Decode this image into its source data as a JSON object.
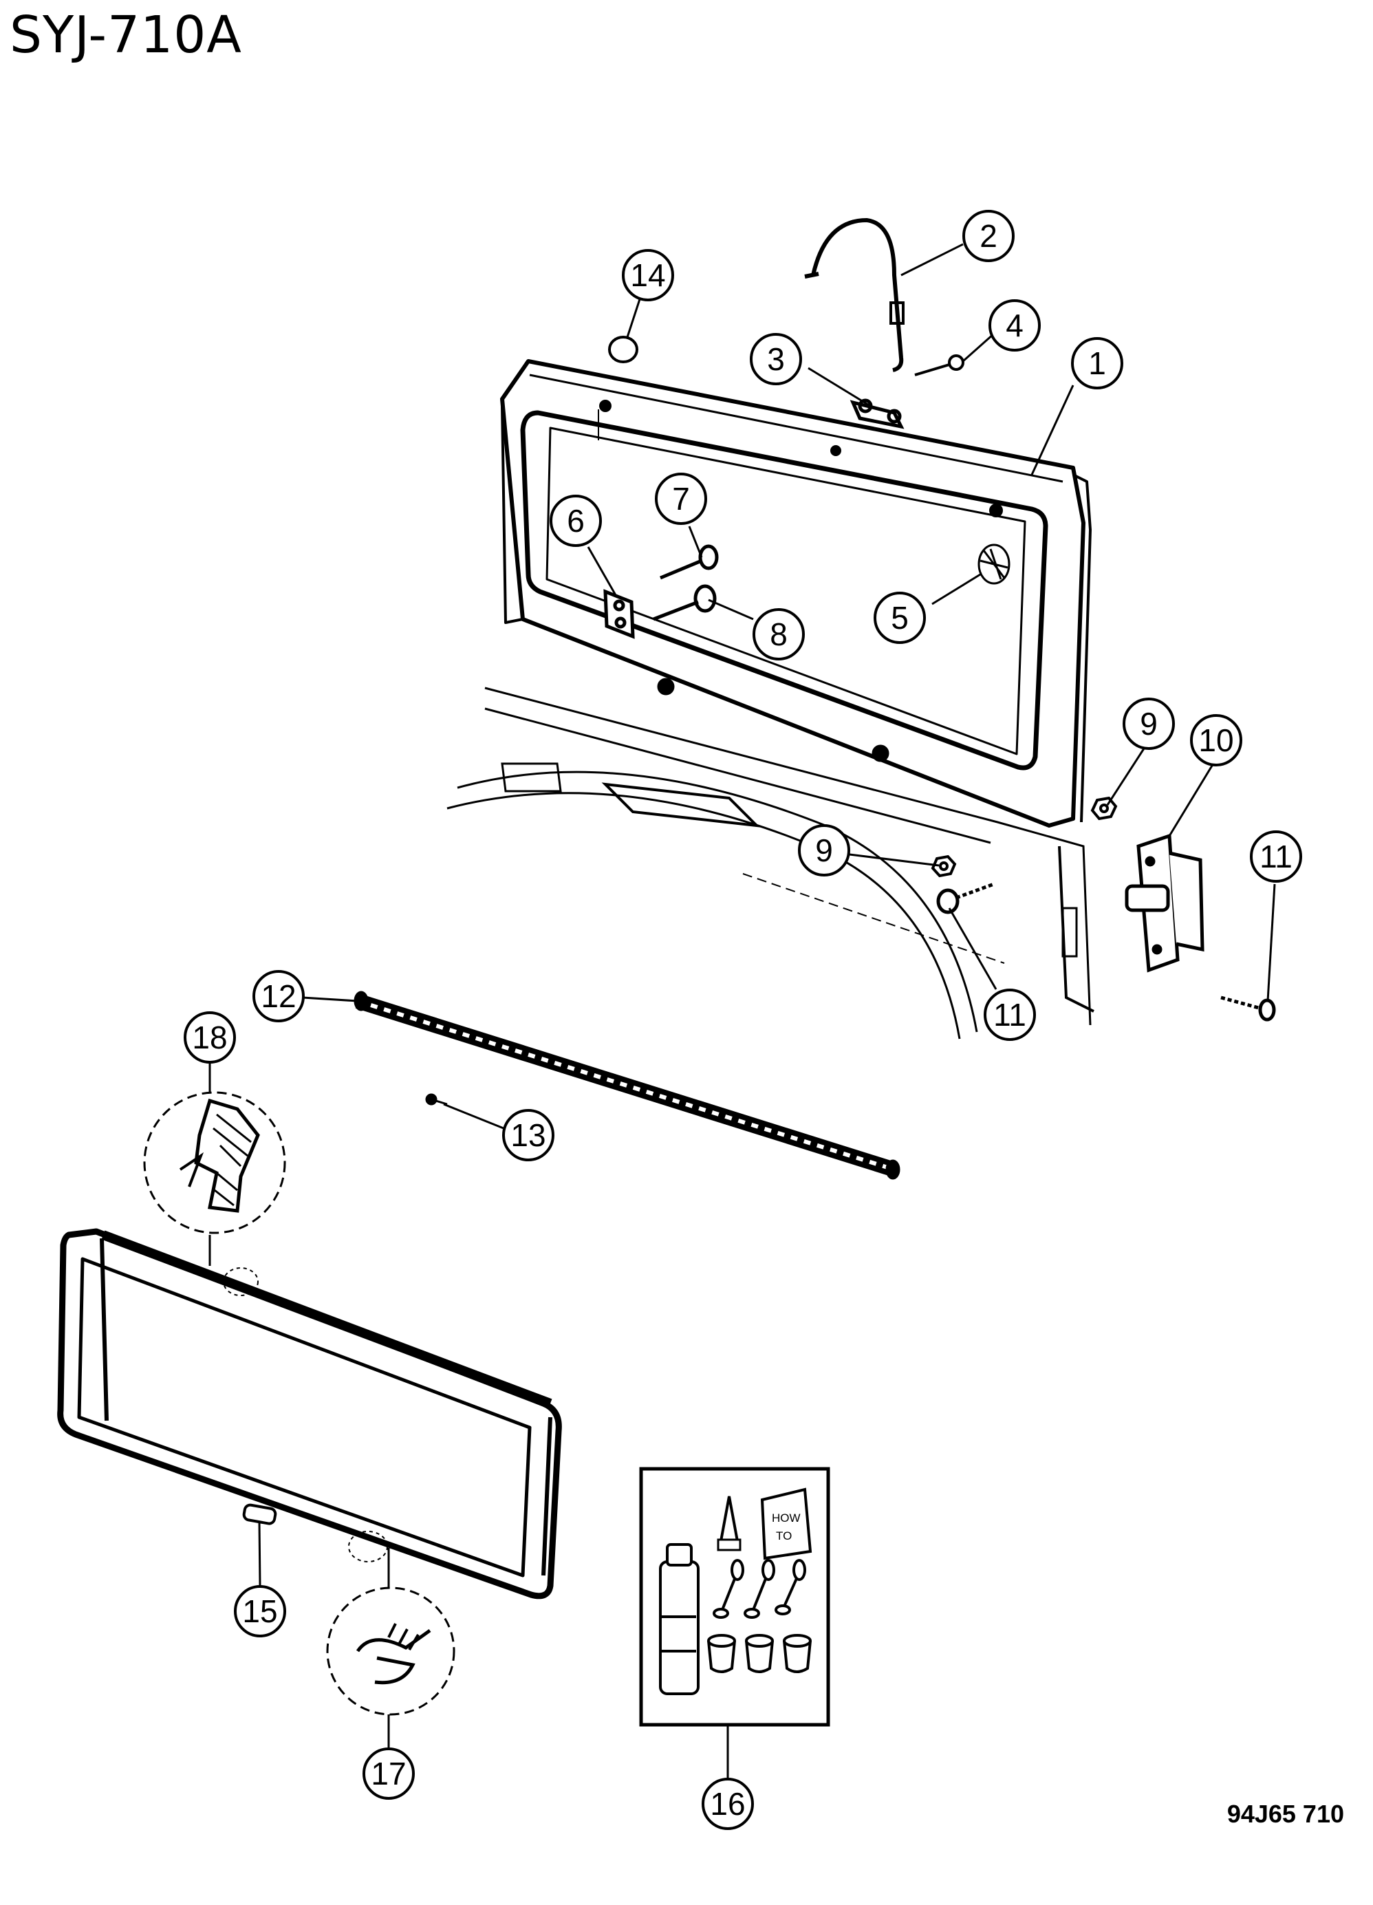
{
  "title": "SYJ-710A",
  "drawing_code": "94J65  710",
  "manual_label": {
    "line1": "HOW",
    "line2": "TO"
  },
  "callouts": [
    {
      "id": "callout-1",
      "label": "1"
    },
    {
      "id": "callout-2",
      "label": "2"
    },
    {
      "id": "callout-3",
      "label": "3"
    },
    {
      "id": "callout-4",
      "label": "4"
    },
    {
      "id": "callout-5",
      "label": "5"
    },
    {
      "id": "callout-6",
      "label": "6"
    },
    {
      "id": "callout-7",
      "label": "7"
    },
    {
      "id": "callout-8",
      "label": "8"
    },
    {
      "id": "callout-9a",
      "label": "9"
    },
    {
      "id": "callout-9b",
      "label": "9"
    },
    {
      "id": "callout-10",
      "label": "10"
    },
    {
      "id": "callout-11a",
      "label": "11"
    },
    {
      "id": "callout-11b",
      "label": "11"
    },
    {
      "id": "callout-12",
      "label": "12"
    },
    {
      "id": "callout-13",
      "label": "13"
    },
    {
      "id": "callout-14",
      "label": "14"
    },
    {
      "id": "callout-15",
      "label": "15"
    },
    {
      "id": "callout-16",
      "label": "16"
    },
    {
      "id": "callout-17",
      "label": "17"
    },
    {
      "id": "callout-18",
      "label": "18"
    }
  ]
}
